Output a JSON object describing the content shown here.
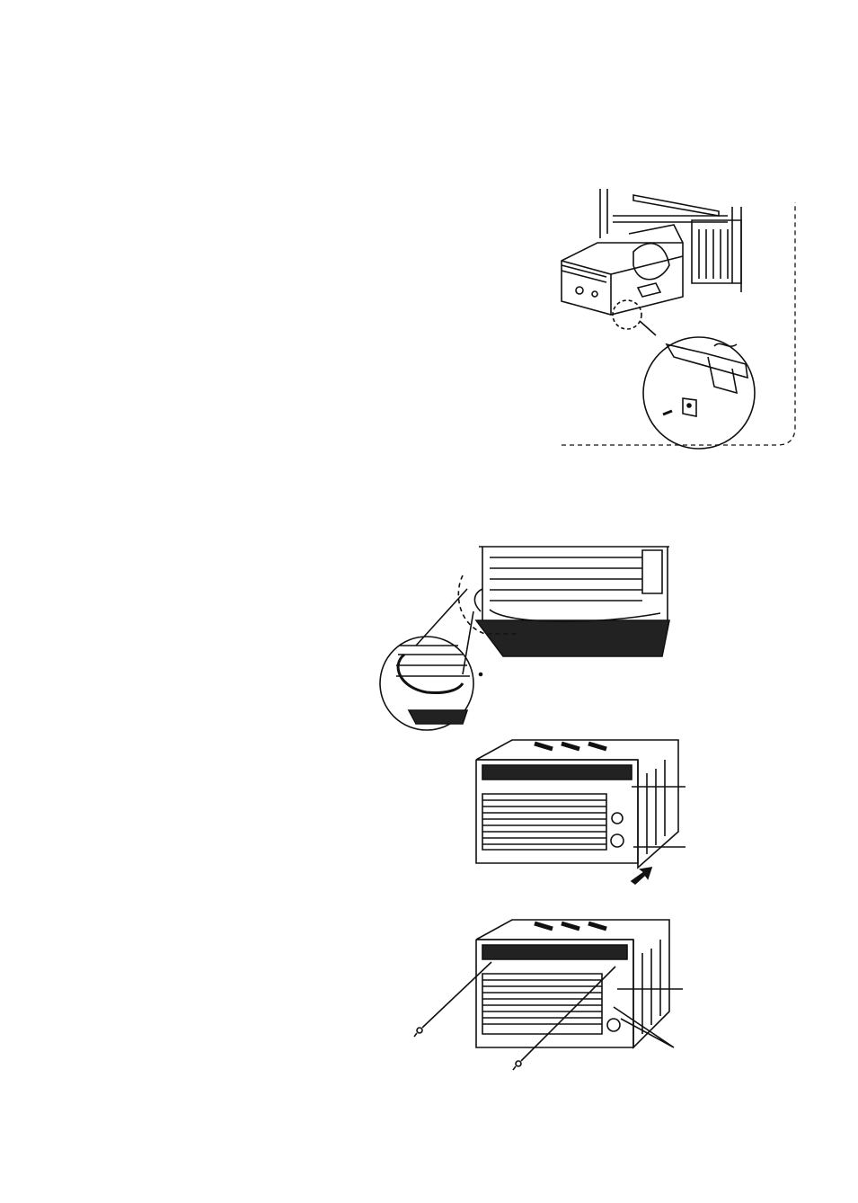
{
  "page": {
    "background": "#ffffff",
    "ink": "#111111"
  },
  "figures": [
    {
      "id": "chassis-in-window",
      "icon": "window-air-conditioner-chassis-icon"
    },
    {
      "id": "drain-tube-detail",
      "icon": "drain-tube-icon"
    },
    {
      "id": "front-grille-install",
      "icon": "air-conditioner-front-icon"
    },
    {
      "id": "front-grille-screws",
      "icon": "screw-icon"
    }
  ]
}
